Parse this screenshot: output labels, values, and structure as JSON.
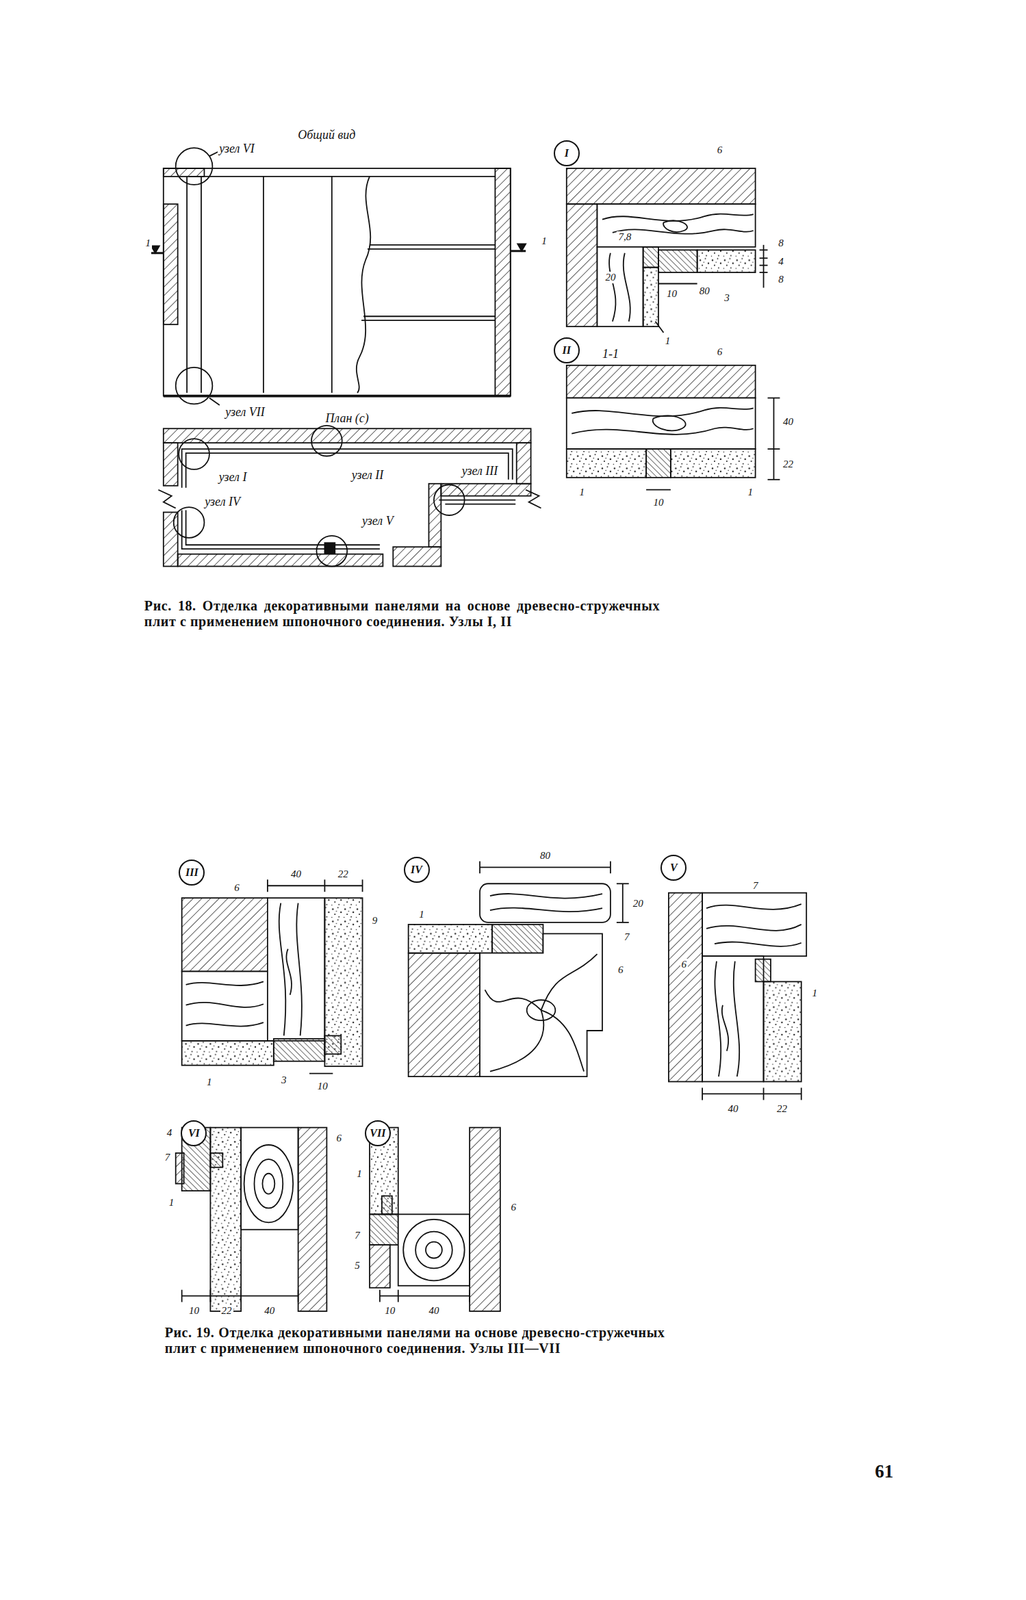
{
  "diagram": {
    "nodes": [
      {
        "text": [
          "I"
        ]
      },
      {
        "text": [
          "II"
        ]
      },
      {
        "text": [
          "III"
        ]
      },
      {
        "text": [
          "IV"
        ]
      },
      {
        "text": [
          "V"
        ]
      },
      {
        "text": [
          "VI"
        ]
      },
      {
        "text": [
          "VII"
        ]
      }
    ],
    "labels": [
      "Общий вид",
      "узел VI",
      "1",
      "1",
      "узел VII",
      "План (с)",
      "узел I",
      "узел II",
      "узел III",
      "узел IV",
      "узел V",
      "6",
      "20",
      "7,8",
      "10",
      "80",
      "3",
      "8",
      "4",
      "8",
      "1",
      "1-1",
      "6",
      "40",
      "22",
      "1",
      "10",
      "1",
      "Рис. 18. Отделка декоративными панелями на основе древесно-стружечных плит с применением шпоночного соединения. Узлы I, II",
      "6",
      "40",
      "22",
      "9",
      "1",
      "3",
      "10",
      "80",
      "20",
      "1",
      "7",
      "6",
      "7",
      "6",
      "1",
      "40",
      "22",
      "4",
      "7",
      "1",
      "6",
      "10",
      "22",
      "40",
      "1",
      "6",
      "7",
      "5",
      "10",
      "40",
      "Рис. 19. Отделка декоративными панелями на основе древесно-стружечных плит с применением шпоночного соединения. Узлы III—VII",
      "61"
    ]
  }
}
